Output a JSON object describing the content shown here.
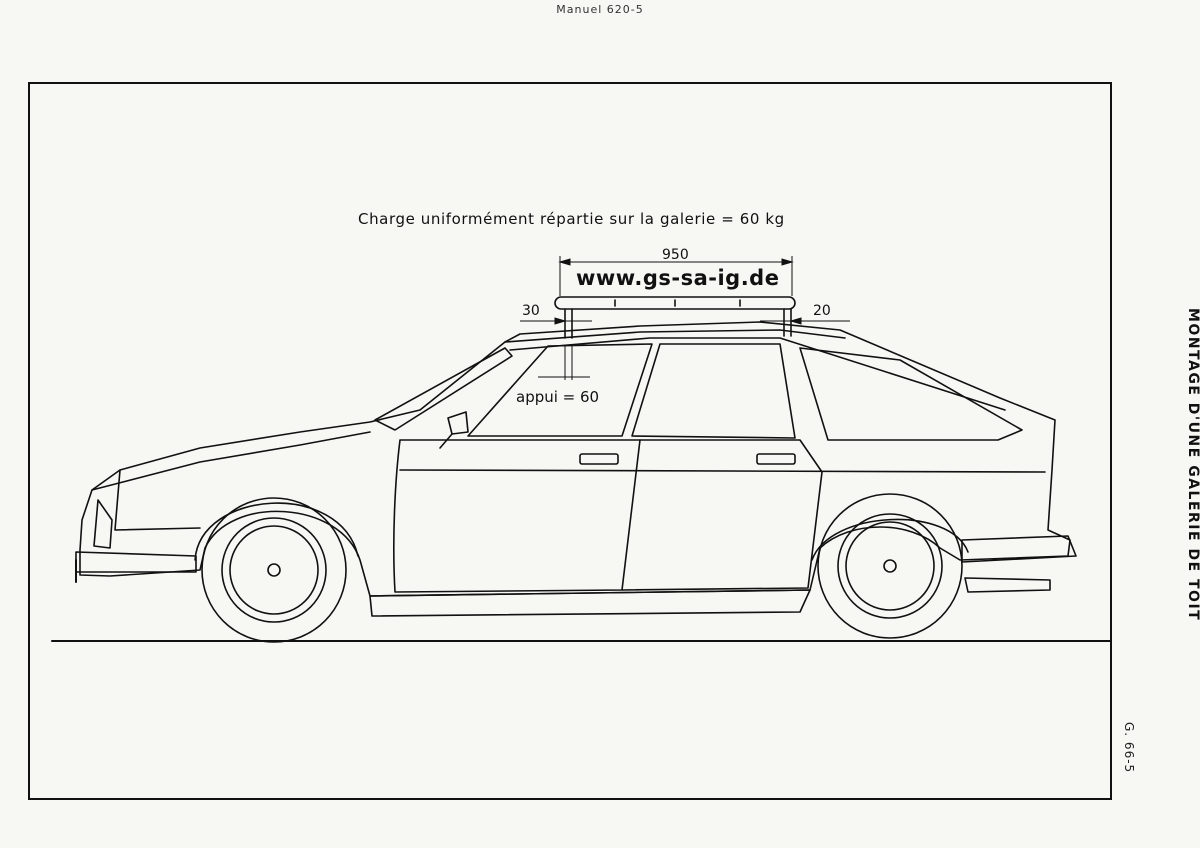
{
  "document": {
    "header": "Manuel 620-5",
    "caption": "Charge uniformément répartie sur la galerie = 60 kg",
    "dimensions": {
      "rack_length": "950",
      "front_offset": "30",
      "rear_offset": "20",
      "support": "appui = 60"
    },
    "watermark": "www.gs-sa-ig.de",
    "side_title": "MONTAGE D'UNE GALERIE DE TOIT",
    "page_code": "G. 66-5"
  }
}
